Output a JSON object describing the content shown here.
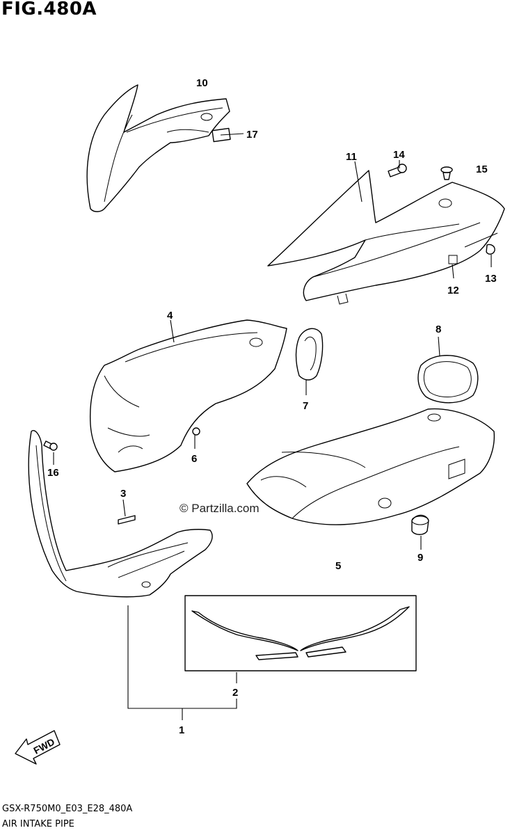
{
  "figure": {
    "title": "FIG.480A",
    "code": "GSX-R750M0_E03_E28_480A",
    "name": "AIR INTAKE PIPE",
    "watermark": "© Partzilla.com",
    "fwd_label": "FWD"
  },
  "callouts": [
    {
      "id": "1",
      "label": "1"
    },
    {
      "id": "2",
      "label": "2"
    },
    {
      "id": "3",
      "label": "3"
    },
    {
      "id": "4",
      "label": "4"
    },
    {
      "id": "5",
      "label": "5"
    },
    {
      "id": "6",
      "label": "6"
    },
    {
      "id": "7",
      "label": "7"
    },
    {
      "id": "8",
      "label": "8"
    },
    {
      "id": "9",
      "label": "9"
    },
    {
      "id": "10",
      "label": "10"
    },
    {
      "id": "11",
      "label": "11"
    },
    {
      "id": "12",
      "label": "12"
    },
    {
      "id": "13",
      "label": "13"
    },
    {
      "id": "14",
      "label": "14"
    },
    {
      "id": "15",
      "label": "15"
    },
    {
      "id": "16",
      "label": "16"
    },
    {
      "id": "17",
      "label": "17"
    }
  ]
}
